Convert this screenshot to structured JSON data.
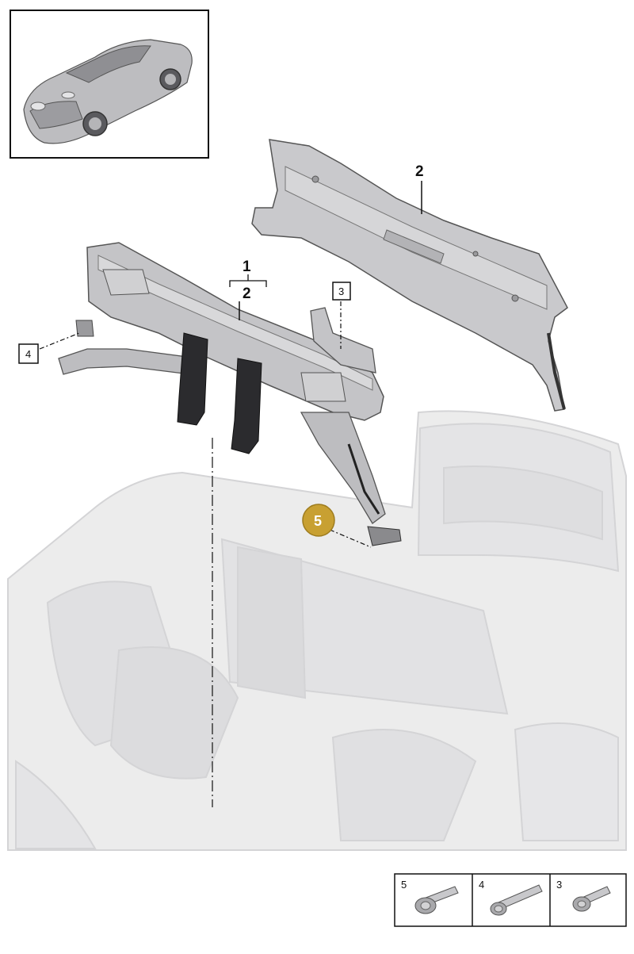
{
  "diagram": {
    "callouts": [
      {
        "id": "1",
        "label": "1"
      },
      {
        "id": "2a",
        "label": "2"
      },
      {
        "id": "2b",
        "label": "2"
      },
      {
        "id": "3",
        "label": "3"
      },
      {
        "id": "4",
        "label": "4"
      },
      {
        "id": "5",
        "label": "5",
        "highlighted": true,
        "color": "#C8A032"
      }
    ],
    "legend": [
      {
        "label": "5",
        "icon": "flange-bolt-icon"
      },
      {
        "label": "4",
        "icon": "long-bolt-icon"
      },
      {
        "label": "3",
        "icon": "short-bolt-icon"
      }
    ],
    "thumbnail": {
      "icon": "car-thumbnail-icon"
    },
    "colors": {
      "part": "#c9c9cc",
      "part_dark": "#8a8a8d",
      "body_ghost": "#ececec",
      "highlight": "#C8A032"
    }
  }
}
